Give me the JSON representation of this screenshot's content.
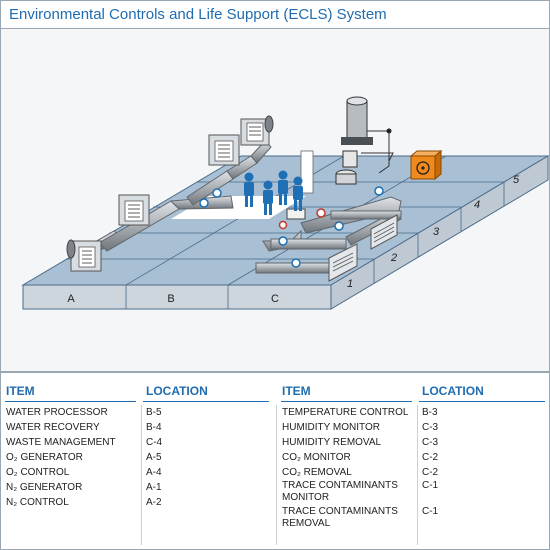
{
  "title": "Environmental Controls and Life Support (ECLS) System",
  "diagram": {
    "front_labels": [
      "A",
      "B",
      "C"
    ],
    "side_labels": [
      "1",
      "2",
      "3",
      "4",
      "5"
    ]
  },
  "table_left": {
    "item_header": "ITEM",
    "location_header": "LOCATION",
    "rows": [
      {
        "item": "WATER PROCESSOR",
        "location": "B-5"
      },
      {
        "item": "WATER RECOVERY",
        "location": "B-4"
      },
      {
        "item": "WASTE MANAGEMENT",
        "location": "C-4"
      },
      {
        "item": "O₂ GENERATOR",
        "location": "A-5"
      },
      {
        "item": "O₂ CONTROL",
        "location": "A-4"
      },
      {
        "item": "N₂ GENERATOR",
        "location": "A-1"
      },
      {
        "item": "N₂ CONTROL",
        "location": "A-2"
      }
    ]
  },
  "table_right": {
    "item_header": "ITEM",
    "location_header": "LOCATION",
    "rows": [
      {
        "item": "TEMPERATURE CONTROL",
        "location": "B-3"
      },
      {
        "item": "HUMIDITY MONITOR",
        "location": "C-3"
      },
      {
        "item": "HUMIDITY REMOVAL",
        "location": "C-3"
      },
      {
        "item": "CO₂ MONITOR",
        "location": "C-2"
      },
      {
        "item": "CO₂ REMOVAL",
        "location": "C-2"
      },
      {
        "item": "TRACE CONTAMINANTS MONITOR",
        "location": "C-1"
      },
      {
        "item": "TRACE CONTAMINANTS REMOVAL",
        "location": "C-1"
      }
    ]
  },
  "colors": {
    "accent": "#1f6cb0",
    "floor": "#a8bfd4",
    "floor_side": "#c9d2da",
    "pipe": "#a9aeb3",
    "hazard": "#f08a1c",
    "crew": "#1e6fb3"
  },
  "icons": [
    "biohazard-icon",
    "valve-icon",
    "crew-member-icon",
    "air-unit-icon"
  ]
}
